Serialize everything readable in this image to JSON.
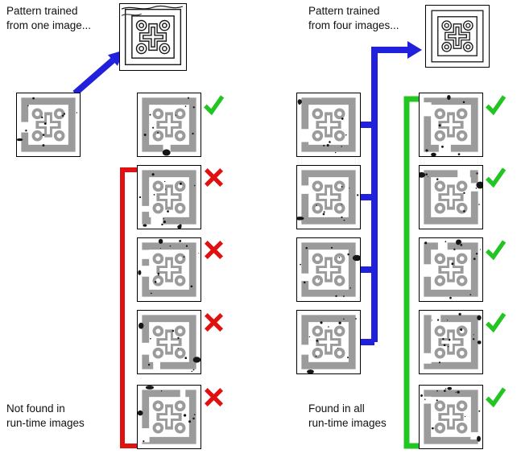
{
  "diagram": {
    "left": {
      "title": "Pattern trained\nfrom one image...",
      "footer": "Not found in\nrun-time images",
      "trained_pattern_label": "pattern-from-one-image",
      "source_images": [
        "source-image-1"
      ],
      "runtime_results": [
        "found",
        "not-found",
        "not-found",
        "not-found",
        "not-found"
      ]
    },
    "right": {
      "title": "Pattern trained\nfrom four images...",
      "footer": "Found in all\nrun-time images",
      "trained_pattern_label": "pattern-from-four-images",
      "source_images": [
        "source-image-1",
        "source-image-2",
        "source-image-3",
        "source-image-4"
      ],
      "runtime_results": [
        "found",
        "found",
        "found",
        "found",
        "found"
      ]
    },
    "marks": {
      "found": "check-icon",
      "not-found": "cross-icon"
    },
    "colors": {
      "check_green": "#23c523",
      "cross_red": "#e01111",
      "connector_blue": "#2121dd",
      "bracket_red": "#e01111",
      "bracket_green": "#23c523",
      "pattern_gray": "#9b9b9b",
      "outline_black": "#1a1a1a",
      "text": "#111111"
    }
  }
}
